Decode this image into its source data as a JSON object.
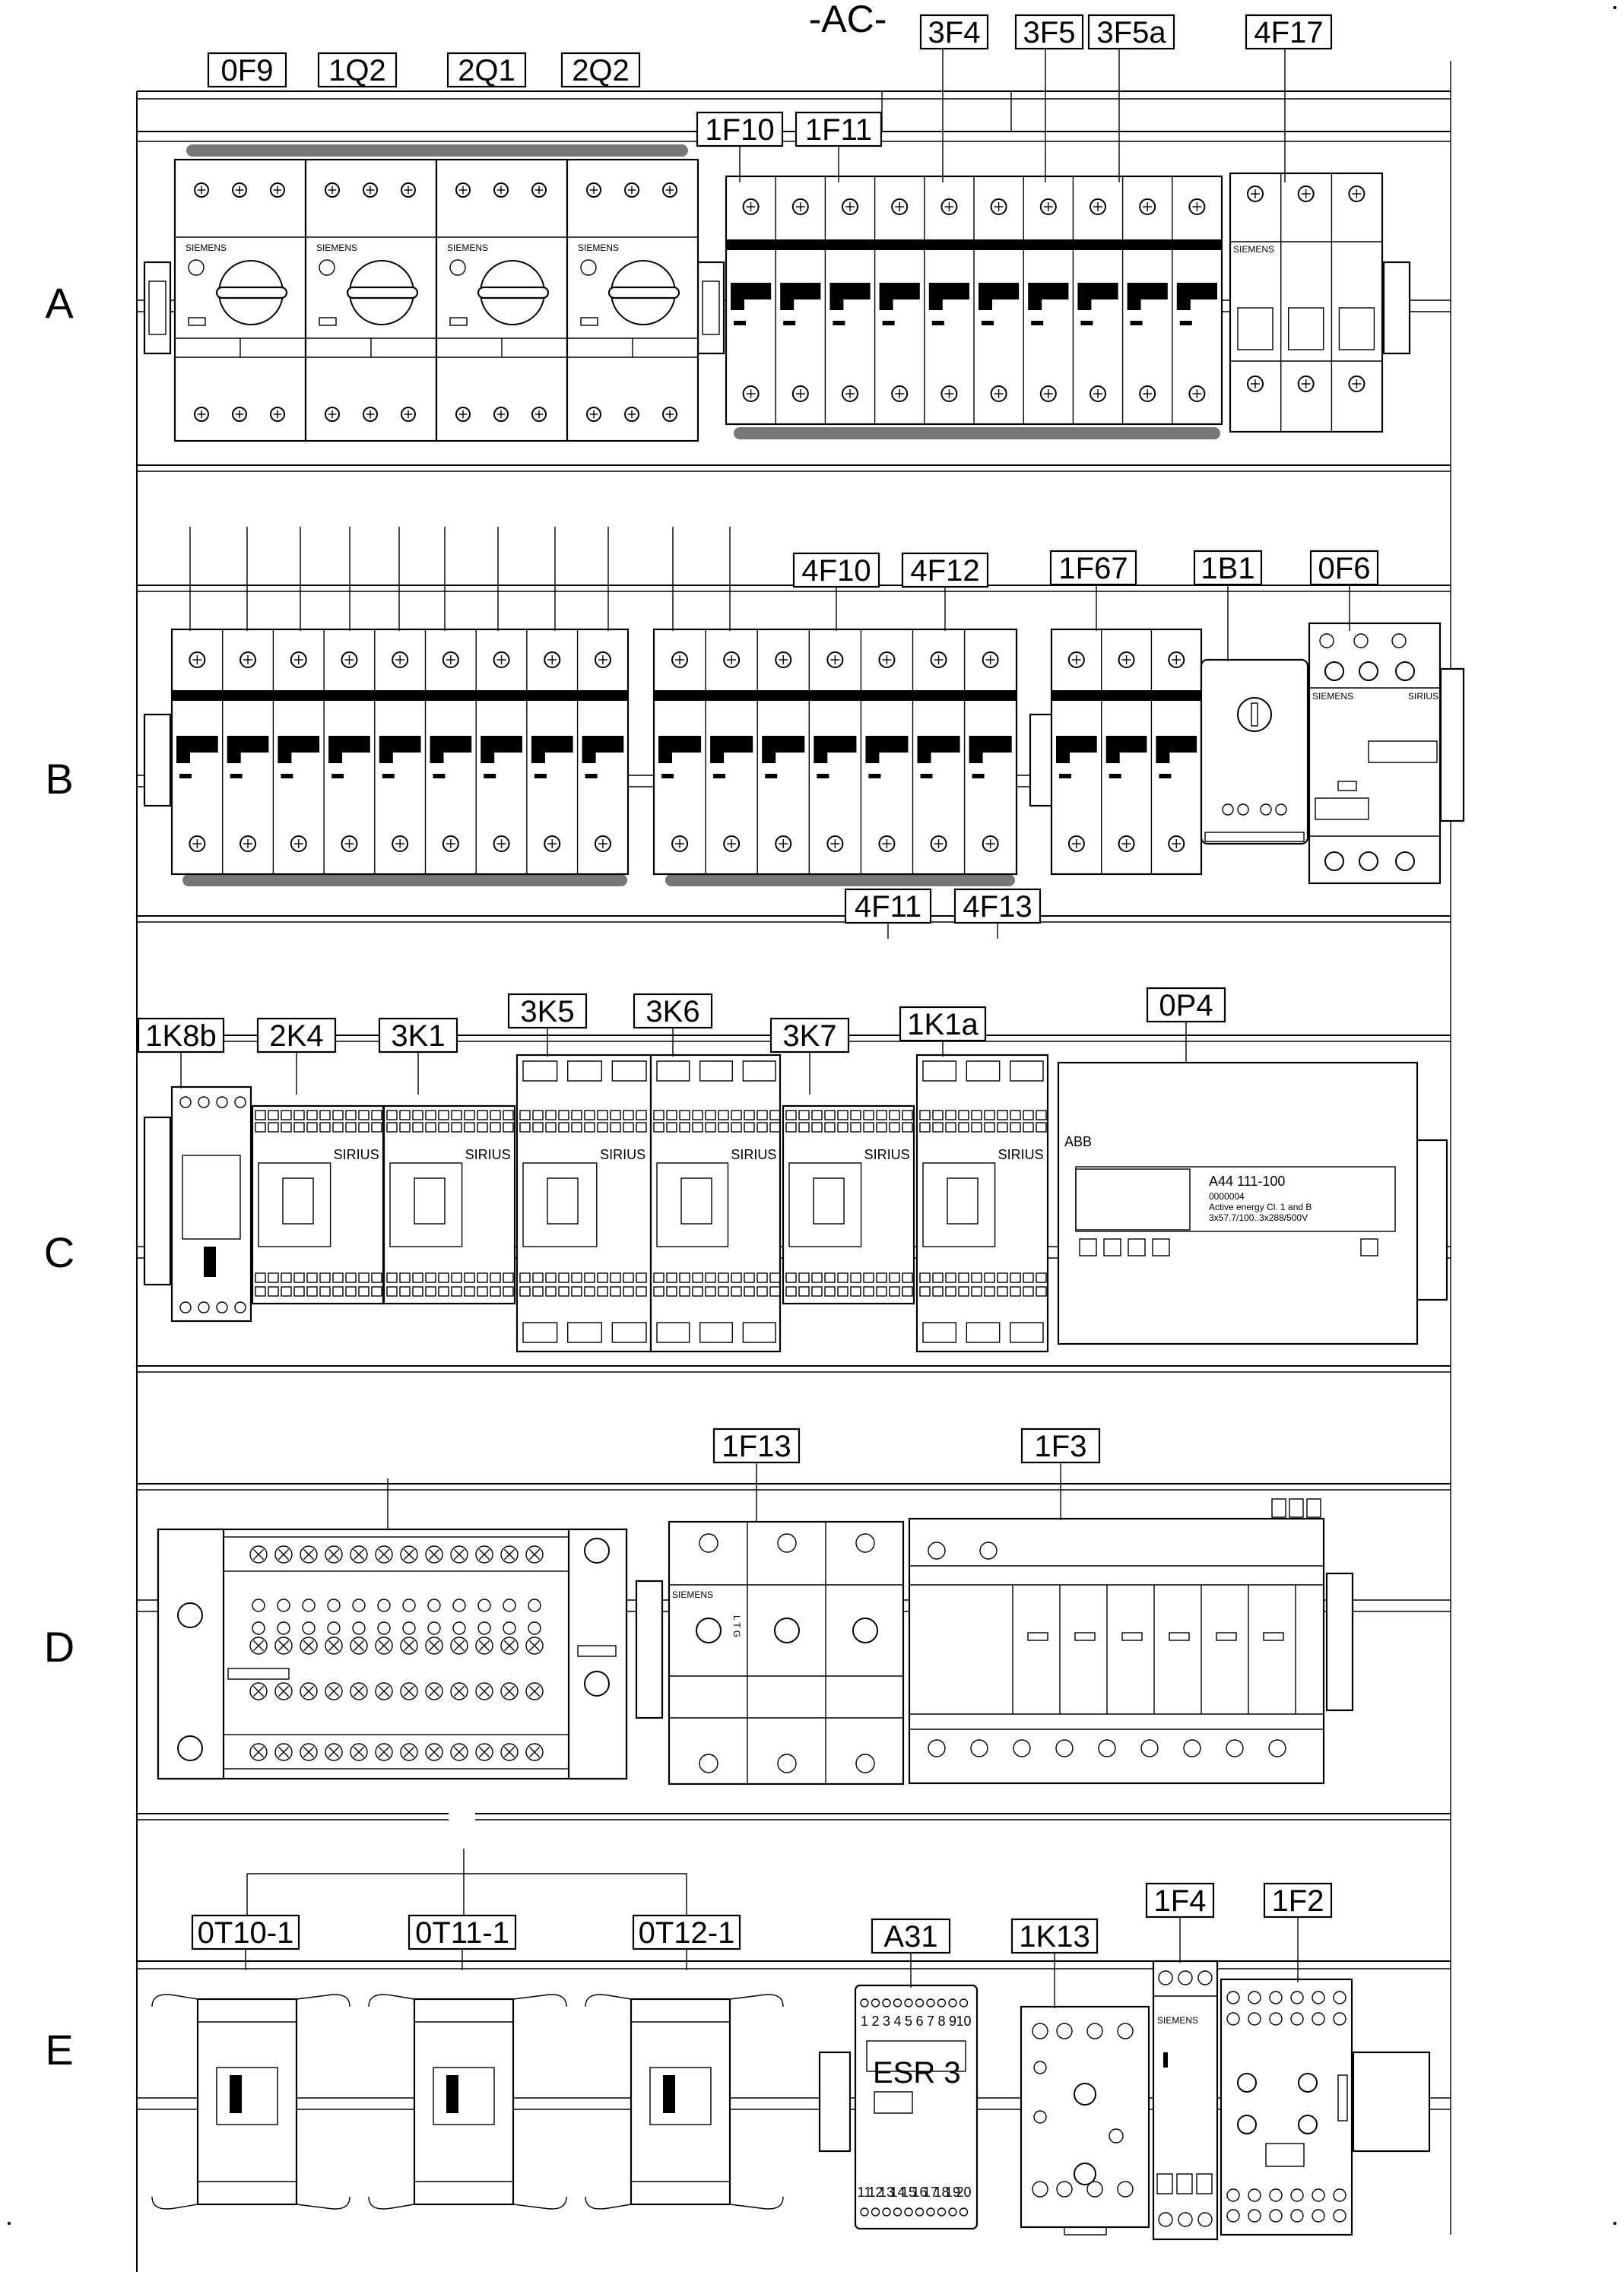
{
  "title": "-AC-",
  "rows": [
    "A",
    "B",
    "C",
    "D",
    "E"
  ],
  "labels": {
    "A": [
      "0F9",
      "1Q2",
      "2Q1",
      "2Q2",
      "1F10",
      "1F11",
      "3F4",
      "3F5",
      "3F5a",
      "4F17"
    ],
    "B": [
      "4F10",
      "4F12",
      "1F67",
      "1B1",
      "0F6",
      "4F11",
      "4F13"
    ],
    "C": [
      "1K8b",
      "2K4",
      "3K1",
      "3K5",
      "3K6",
      "3K7",
      "1K1a",
      "0P4"
    ],
    "D": [
      "1F13",
      "1F3"
    ],
    "E": [
      "0T10-1",
      "0T11-1",
      "0T12-1",
      "A31",
      "1K13",
      "1F4",
      "1F2"
    ]
  },
  "device_text": {
    "siemens": "SIEMENS",
    "sirius": "SIRIUS",
    "abb": "ABB",
    "meter_model": "A44 111-100",
    "meter_line1": "0000004",
    "meter_line2": "Active energy Cl. 1 and B",
    "meter_line3": "3x57.7/100..3x288/500V",
    "esr": "ESR 3",
    "esr_top": [
      "1",
      "2",
      "3",
      "4",
      "5",
      "6",
      "7",
      "8",
      "9",
      "10"
    ],
    "esr_bottom": [
      "11",
      "12",
      "13",
      "14",
      "15",
      "16",
      "17",
      "18",
      "19",
      "20"
    ],
    "fuse_side": "L T G"
  }
}
